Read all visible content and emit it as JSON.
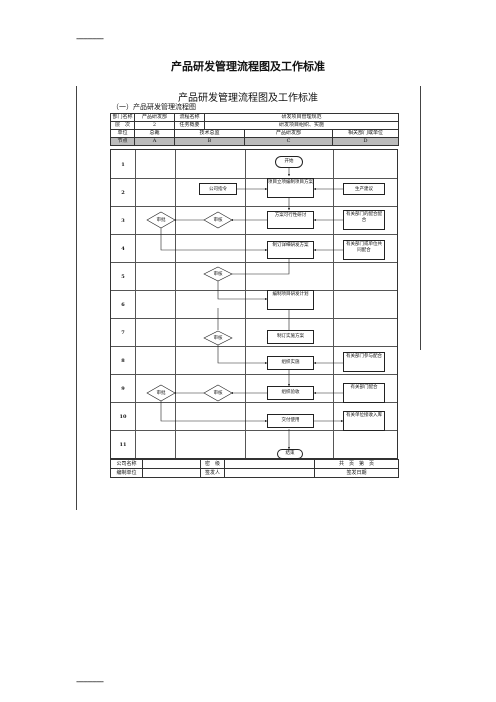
{
  "page": {
    "dashes_top": "------------",
    "dashes_bottom": "------------",
    "main_title": "产品研发管理流程图及工作标准",
    "inner_title": "产品研发管理流程图及工作标准",
    "section_title": "（一）产品研发管理流程图"
  },
  "header": {
    "dept_label": "部门名称",
    "dept_value": "产品研发部",
    "proc_label": "流程名称",
    "proc_value": "研发项目管理规范",
    "level_label": "层　次",
    "level_value": "2",
    "task_label": "任务概要",
    "task_value": "研发项目组织、实施",
    "unit_label": "单位",
    "unit_a": "总裁",
    "unit_b": "技术总监",
    "unit_c": "产品研发部",
    "unit_d": "相关部门或单位",
    "node_label": "节点",
    "node_a": "A",
    "node_b": "B",
    "node_c": "C",
    "node_d": "D"
  },
  "steps": [
    "1",
    "2",
    "3",
    "4",
    "5",
    "6",
    "7",
    "8",
    "9",
    "10",
    "11"
  ],
  "flow": {
    "start": "开始",
    "company_task": "公司指令",
    "project_plan": "项目立项编制项目方案",
    "production_advice": "生产建议",
    "feasibility": "方案可行性研讨",
    "related_dept_1": "有关部门的配合配合",
    "detailed_plan": "制订详细研发方案",
    "related_dept_2": "有关部门或单位共同配合",
    "compile_plan": "编制项目研发计划",
    "formulate_plan": "制订实施方案",
    "organize_impl": "组织实施",
    "related_dept_3": "有关部门参与配合",
    "org_accept": "组织验收",
    "related_dept_4": "有关部门配合",
    "deliver": "交付使用",
    "related_unit_store": "有关单位接收入库",
    "end": "结束",
    "approve_a": "审批",
    "review_b": "审核",
    "review_b2": "审核",
    "review_b3": "审核",
    "approve_a2": "审批",
    "review_b4": "审核"
  },
  "footer": {
    "company_label": "公司名称",
    "secret_label": "密　级",
    "total_pages": "共　页　第　页",
    "editor_label": "编制单位",
    "issuer_label": "签发人",
    "issue_date_label": "签发日期"
  }
}
